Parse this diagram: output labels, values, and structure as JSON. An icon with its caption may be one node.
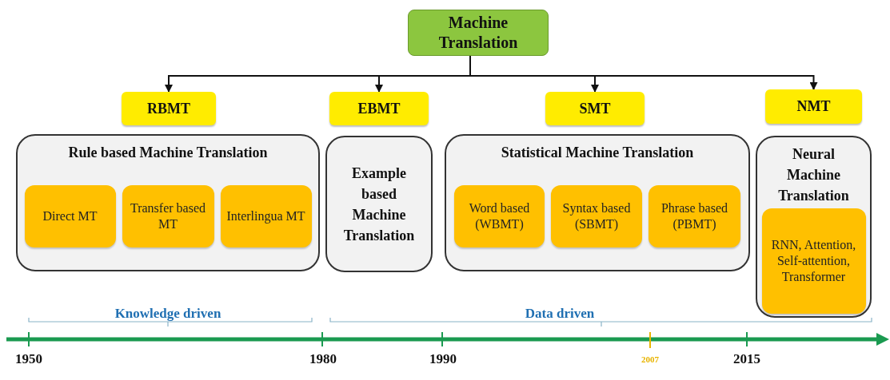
{
  "diagram": {
    "nodes": [
      {
        "text": [
          "Machine Translation"
        ]
      },
      {
        "text": [
          "RBMT"
        ]
      },
      {
        "text": [
          "EBMT"
        ]
      },
      {
        "text": [
          "SMT"
        ]
      },
      {
        "text": [
          "NMT"
        ]
      },
      {
        "text": [
          "Rule based Machine Translation"
        ]
      },
      {
        "text": [
          "Direct MT"
        ],
        "in": 5
      },
      {
        "text": [
          "Transfer based MT"
        ],
        "in": 5
      },
      {
        "text": [
          "Interlingua MT"
        ],
        "in": 5
      },
      {
        "text": [
          "Example based Machine Translation"
        ]
      },
      {
        "text": [
          "Statistical Machine Translation"
        ]
      },
      {
        "text": [
          "Word based (WBMT)"
        ],
        "in": 10
      },
      {
        "text": [
          "Syntax based (SBMT)"
        ],
        "in": 10
      },
      {
        "text": [
          "Phrase based (PBMT)"
        ],
        "in": 10
      },
      {
        "text": [
          "Neural Machine Translation"
        ]
      },
      {
        "text": [
          "RNN, Attention, Self-attention, Transformer"
        ],
        "in": 14
      }
    ],
    "edges": [
      {
        "from": 0,
        "to": 1,
        "arrow": "to"
      },
      {
        "from": 0,
        "to": 2,
        "arrow": "to"
      },
      {
        "from": 0,
        "to": 3,
        "arrow": "to"
      },
      {
        "from": 0,
        "to": 4,
        "arrow": "to"
      }
    ],
    "labels": [
      "Knowledge driven",
      "Data driven",
      "1950",
      "1980",
      "1990",
      "2007",
      "2015"
    ]
  }
}
